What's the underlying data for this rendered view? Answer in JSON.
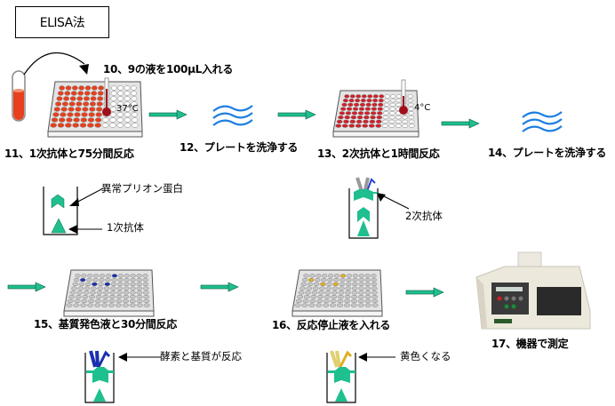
{
  "title": "ELISA法",
  "steps": [
    {
      "id": 10,
      "label": "10、9の液を100μL入れる"
    },
    {
      "id": 11,
      "label": "11、1次抗体と75分間反応",
      "temperature": "37°C"
    },
    {
      "id": 12,
      "label": "12、プレートを洗浄する"
    },
    {
      "id": 13,
      "label": "13、2次抗体と1時間反応",
      "temperature": "4°C"
    },
    {
      "id": 14,
      "label": "14、プレートを洗浄する"
    },
    {
      "id": 15,
      "label": "15、基質発色液と30分間反応"
    },
    {
      "id": 16,
      "label": "16、反応停止液を入れる"
    },
    {
      "id": 17,
      "label": "17、機器で測定"
    }
  ],
  "annotations": {
    "prion": "異常プリオン蛋白",
    "primary_antibody": "1次抗体",
    "secondary_antibody": "2次抗体",
    "enzyme_substrate": "酵素と基質が反応",
    "yellow": "黄色くなる"
  },
  "colors": {
    "arrow": "#1fbf8f",
    "antibody": "#1fbf8f",
    "wash": "#1e7fe0",
    "sample_red": "#e8401c",
    "enzyme_blue": "#1a2fb0",
    "product_yellow": "#e0b020"
  }
}
